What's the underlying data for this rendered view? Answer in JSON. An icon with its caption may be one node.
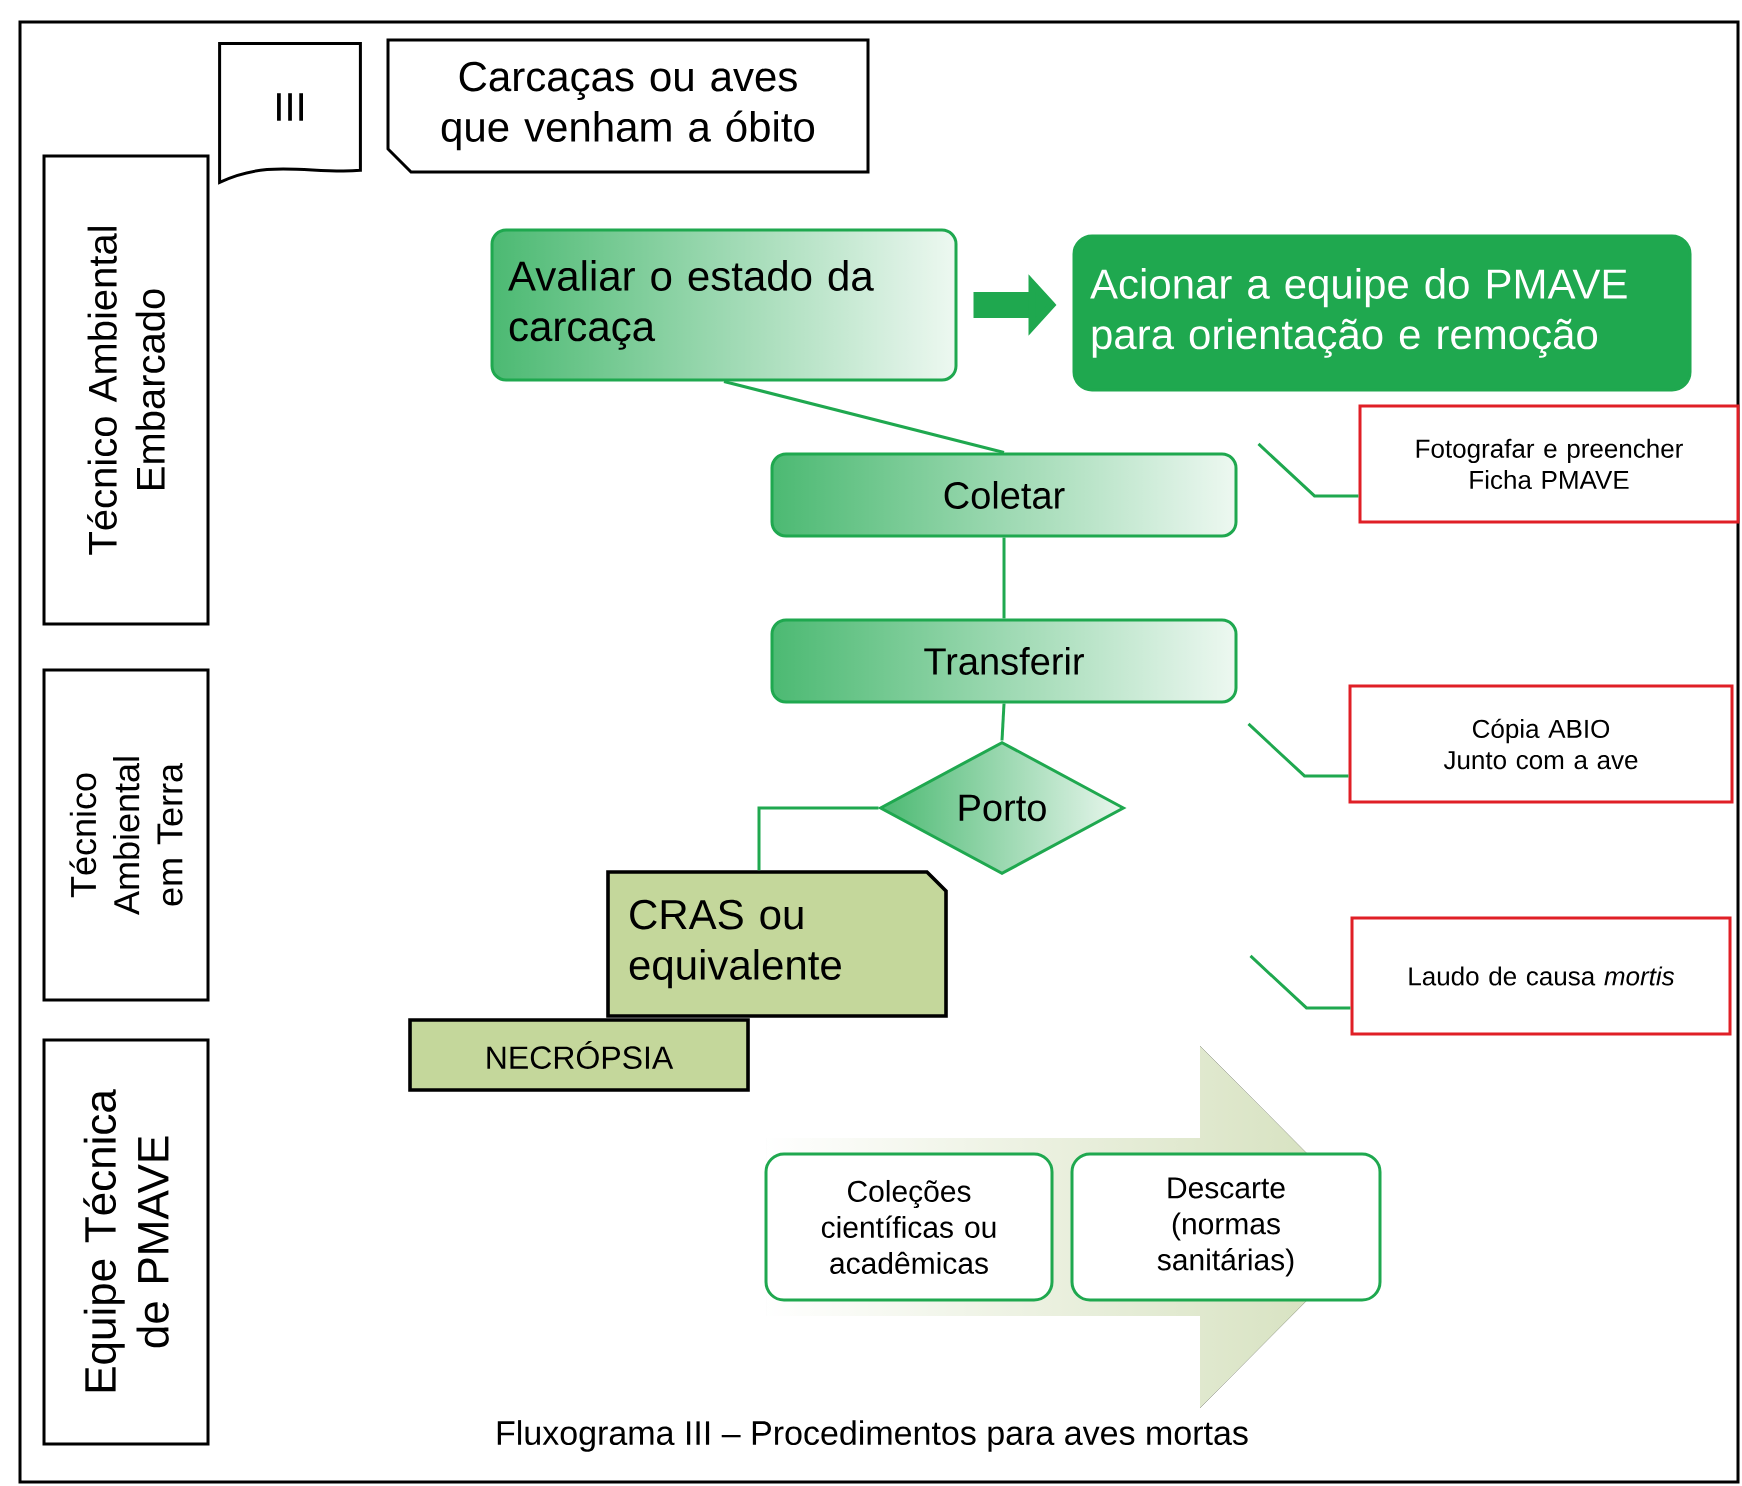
{
  "diagram": {
    "caption": "Fluxograma III – Procedimentos para aves mortas",
    "nodes": [
      {
        "text": [
          "III"
        ]
      },
      {
        "text": [
          "Carcaças ou aves que venham a óbito"
        ]
      },
      {
        "text": [
          "Técnico Ambiental Embarcado"
        ]
      },
      {
        "text": [
          "Técnico Ambiental em Terra"
        ]
      },
      {
        "text": [
          "Equipe Técnica de PMAVE"
        ]
      },
      {
        "text": [
          "Avaliar o estado da carcaça"
        ]
      },
      {
        "text": [
          "Acionar a equipe do PMAVE para orientação e remoção"
        ]
      },
      {
        "text": [
          "Coletar"
        ]
      },
      {
        "text": [
          "Transferir"
        ]
      },
      {
        "text": [
          "Porto"
        ]
      },
      {
        "text": [
          "CRAS ou equivalente"
        ]
      },
      {
        "text": [
          "NECRÓPSIA"
        ]
      },
      {
        "text": [
          "Coleções científicas ou acadêmicas"
        ]
      },
      {
        "text": [
          "Descarte (normas sanitárias)"
        ]
      },
      {
        "text": [
          "Fotografar e preencher Ficha PMAVE"
        ]
      },
      {
        "text": [
          "Cópia ABIO Junto com a ave"
        ]
      },
      {
        "text": [
          "Laudo de causa *mortis*"
        ]
      }
    ],
    "edges": [
      {
        "from": 5,
        "to": 6,
        "arrow": "to",
        "style": "thick"
      },
      {
        "from": 5,
        "to": 7,
        "arrow": "none"
      },
      {
        "from": 7,
        "to": 8,
        "arrow": "none"
      },
      {
        "from": 8,
        "to": 9,
        "arrow": "none"
      },
      {
        "from": 9,
        "to": 10,
        "arrow": "none"
      },
      {
        "from": 12,
        "to": 13,
        "arrow": "to",
        "style": "thick",
        "color": "#d3dfba"
      },
      {
        "from": 14,
        "to": null,
        "arrow": "none"
      },
      {
        "from": 15,
        "to": null,
        "arrow": "none"
      },
      {
        "from": 16,
        "to": null,
        "arrow": "none"
      }
    ]
  }
}
